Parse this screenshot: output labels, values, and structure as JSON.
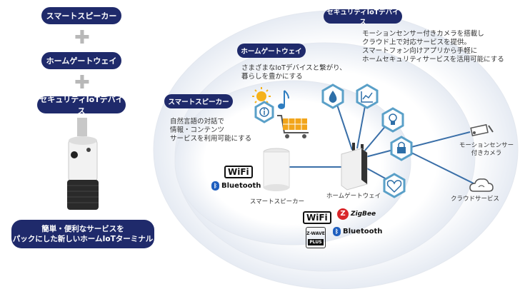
{
  "left_stack": {
    "items": [
      "スマートスピーカー",
      "ホームゲートウェイ",
      "セキュリティIoTデバイス"
    ],
    "bottom_caption": "簡単・便利なサービスを\nパックにした新しいホームIoTターミナル"
  },
  "layers": {
    "speaker": {
      "title": "スマートスピーカー",
      "desc": "自然言語の対話で\n情報・コンテンツ\nサービスを利用可能にする"
    },
    "gateway": {
      "title": "ホームゲートウェイ",
      "desc": "さまざまなIoTデバイスと繋がり、\n暮らしを豊かにする"
    },
    "security": {
      "title": "セキュリティIoTデバイス",
      "desc": "モーションセンサー付きカメラを搭載し\nクラウド上で対応サービスを提供。\nスマートフォン向けアプリから手軽に\nホームセキュリティサービスを活用可能にする"
    }
  },
  "labels": {
    "speaker_device": "スマートスピーカー",
    "gateway_device": "ホームゲートウェイ",
    "camera": "モーションセンサー\n付きカメラ",
    "cloud": "クラウドサービス"
  },
  "logos": {
    "wifi": "WiFi",
    "bluetooth": "Bluetooth",
    "zigbee": "ZigBee",
    "zwave": "Z-WAVE",
    "zwave_plus": "PLUS"
  },
  "icons": [
    "info-icon",
    "water-drop-icon",
    "chart-icon",
    "lightbulb-icon",
    "lock-icon",
    "heart-rate-icon"
  ],
  "colors": {
    "navy": "#1f2a6b",
    "hex_border": "#5aa0c8",
    "line": "#3a6fa8",
    "plus": "#b8b8b8"
  }
}
